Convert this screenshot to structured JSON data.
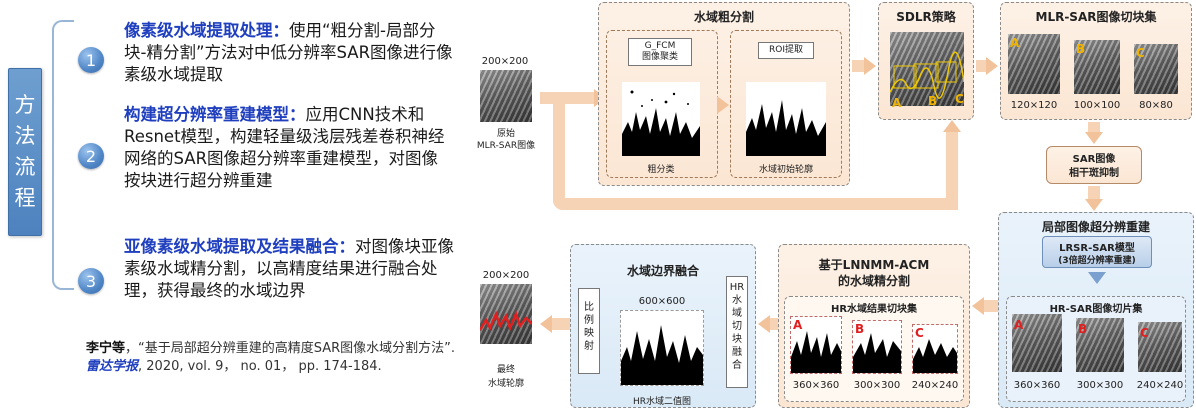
{
  "method_tab": [
    "方",
    "法",
    "流",
    "程"
  ],
  "steps": [
    {
      "num": "1",
      "title": "像素级水域提取处理：",
      "body": "使用“粗分割-局部分块-精分割”方法对中低分辨率SAR图像进行像素级水域提取"
    },
    {
      "num": "2",
      "title": "构建超分辨率重建模型：",
      "body": "应用CNN技术和Resnet模型，构建轻量级浅层残差卷积神经网络的SAR图像超分辨率重建模型，对图像按块进行超分辨重建"
    },
    {
      "num": "3",
      "title": "亚像素级水域提取及结果融合：",
      "body": "对图像块亚像素级水域精分割，以高精度结果进行融合处理，获得最终的水域边界"
    }
  ],
  "citation": {
    "authors": "李宁等",
    "text": "，“基于局部超分辨重建的高精度SAR图像水域分割方法”.",
    "journal": "雷达学报",
    "rest": ", 2020, vol. 9， no. 01， pp. 174-184."
  },
  "diagram": {
    "input": {
      "size": "200×200",
      "caption1": "原始",
      "caption2": "MLR-SAR图像"
    },
    "coarse": {
      "title": "水域粗分割",
      "gfcm_tag_1": "G_FCM",
      "gfcm_tag_2": "图像聚类",
      "roi_tag": "ROI提取",
      "coarse_caption": "粗分类",
      "initial_caption": "水域初始轮廓"
    },
    "sdlr": {
      "title": "SDLR策略",
      "letters": [
        "A",
        "B",
        "C"
      ]
    },
    "mlr_tiles": {
      "title": "MLR-SAR图像切块集",
      "tiles": [
        {
          "letter": "A",
          "size": "120×120"
        },
        {
          "letter": "B",
          "size": "100×100"
        },
        {
          "letter": "C",
          "size": "80×80"
        }
      ]
    },
    "despeckle": {
      "line1": "SAR图像",
      "line2": "相干斑抑制"
    },
    "sr": {
      "title": "局部图像超分辨重建",
      "model_1": "LRSR-SAR模型",
      "model_2": "(3倍超分辨率重建)",
      "tiles_title": "HR-SAR图像切片集",
      "tiles": [
        {
          "letter": "A",
          "size": "360×360"
        },
        {
          "letter": "B",
          "size": "300×300"
        },
        {
          "letter": "C",
          "size": "240×240"
        }
      ]
    },
    "fine": {
      "title_1": "基于LNNMM-ACM",
      "title_2": "的水域精分割",
      "tiles_title": "HR水域结果切块集",
      "tiles": [
        {
          "letter": "A",
          "size": "360×360"
        },
        {
          "letter": "B",
          "size": "300×300"
        },
        {
          "letter": "C",
          "size": "240×240"
        }
      ]
    },
    "fusion": {
      "title": "水域边界融合",
      "left_tag": [
        "比",
        "例",
        "映",
        "射"
      ],
      "right_tag": [
        "HR",
        "水",
        "域",
        "切",
        "块",
        "融",
        "合"
      ],
      "size": "600×600",
      "caption": "HR水域二值图"
    },
    "output": {
      "size": "200×200",
      "caption1": "最终",
      "caption2": "水域轮廓"
    }
  },
  "colors": {
    "accent": "#1f3fbf",
    "tab": "#4d82bf",
    "peach": "#fbe6d3",
    "blue": "#d9e9f6",
    "arrow": "#f2c29a",
    "red_letter": "#e02020",
    "yellow_letter": "#f0b400"
  }
}
